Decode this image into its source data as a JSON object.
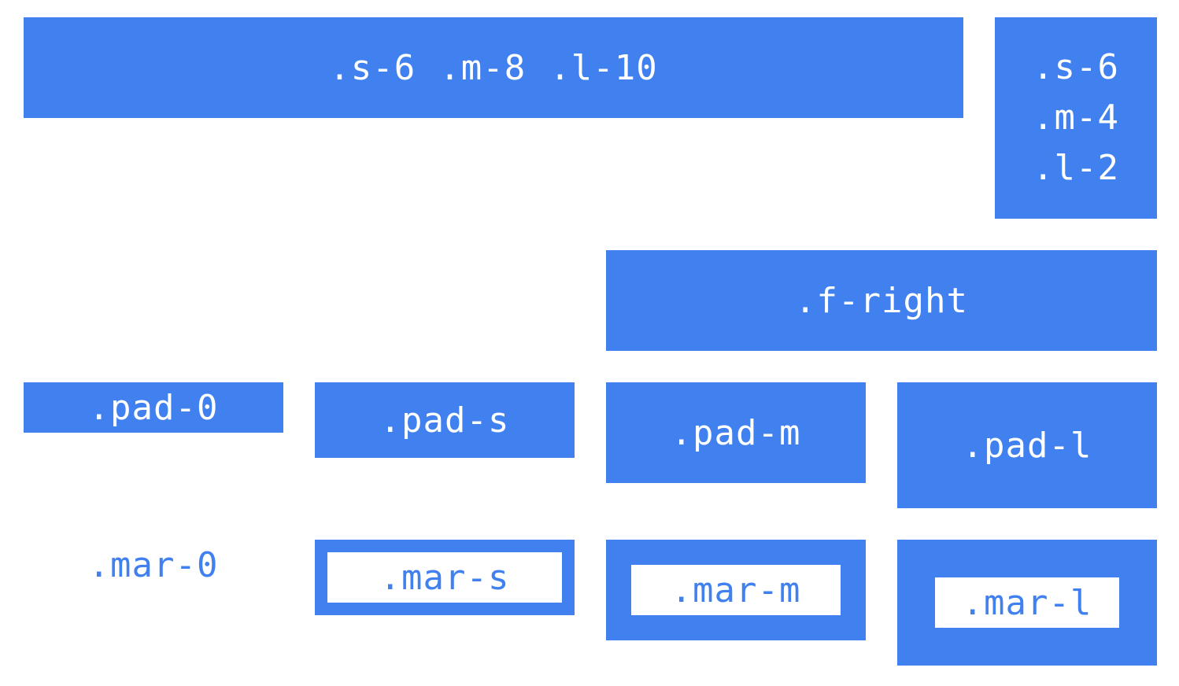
{
  "grid": {
    "wide_box": [
      ".s-6",
      ".m-8",
      ".l-10"
    ],
    "narrow_box": [
      ".s-6",
      ".m-4",
      ".l-2"
    ]
  },
  "float": {
    "label": ".f-right"
  },
  "padding": {
    "pad_0": ".pad-0",
    "pad_s": ".pad-s",
    "pad_m": ".pad-m",
    "pad_l": ".pad-l"
  },
  "margin": {
    "mar_0": ".mar-0",
    "mar_s": ".mar-s",
    "mar_m": ".mar-m",
    "mar_l": ".mar-l"
  },
  "colors": {
    "accent": "#4080ef",
    "text_on_accent": "#ffffff",
    "background": "#ffffff"
  }
}
